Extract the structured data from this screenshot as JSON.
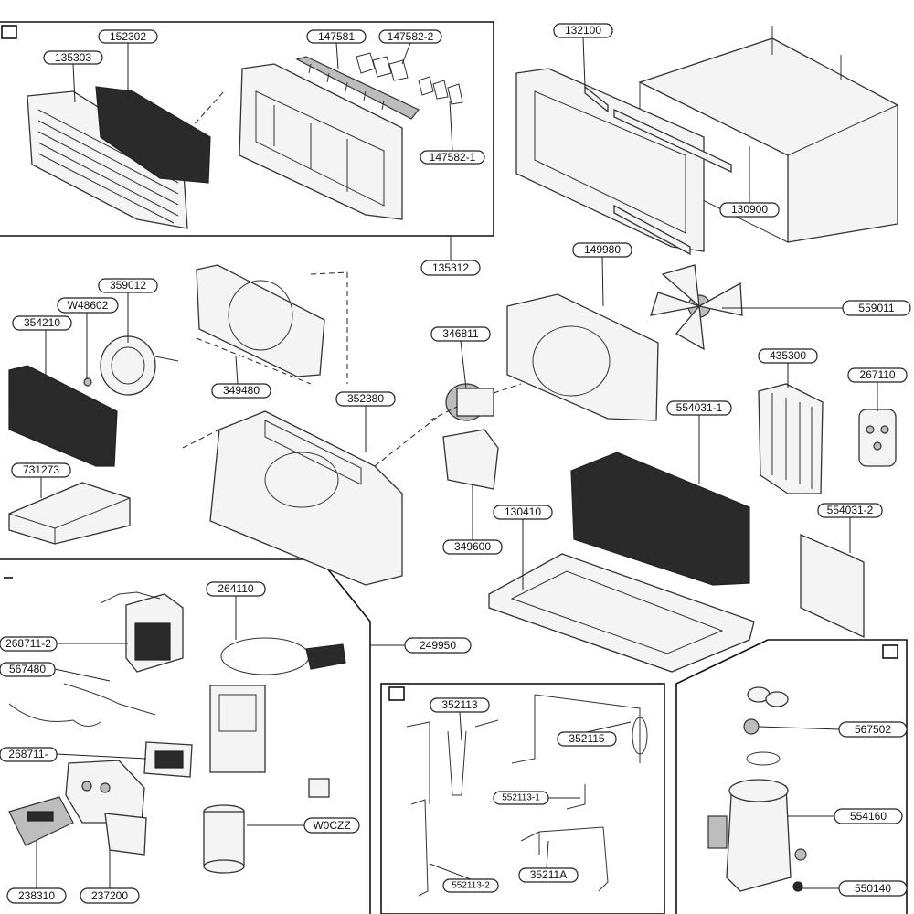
{
  "labels": {
    "p152302": "152302",
    "p147581": "147581",
    "p147582_2": "147582-2",
    "p135303": "135303",
    "p147582_1": "147582-1",
    "p135312": "135312",
    "p132100": "132100",
    "p130900": "130900",
    "p149980": "149980",
    "p559011": "559011",
    "p359012": "359012",
    "pW48602": "W48602",
    "p354210": "354210",
    "p349480": "349480",
    "p346811": "346811",
    "p435300": "435300",
    "p267110": "267110",
    "p352380": "352380",
    "p554031_1": "554031-1",
    "p731273": "731273",
    "p130410": "130410",
    "p349600": "349600",
    "p554031_2": "554031-2",
    "p264110": "264110",
    "p268711_2": "268711-2",
    "p249950": "249950",
    "p567480": "567480",
    "p352113": "352113",
    "p352115": "352115",
    "p567502": "567502",
    "p268711": "268711-",
    "p552113_1": "552113-1",
    "pW0CZZ": "W0CZZ",
    "p554160": "554160",
    "p552113_2": "552113-2",
    "p35211A": "35211A",
    "p238310": "238310",
    "p237200": "237200",
    "p550140": "550140"
  }
}
